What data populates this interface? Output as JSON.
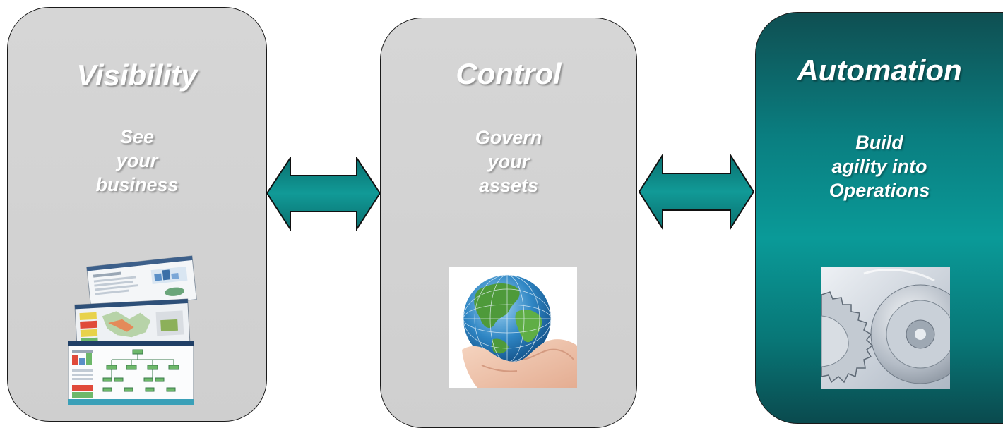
{
  "panels": {
    "visibility": {
      "title": "Visibility",
      "line1": "See",
      "line2": "your",
      "line3": "business"
    },
    "control": {
      "title": "Control",
      "line1": "Govern",
      "line2": "your",
      "line3": "assets"
    },
    "automation": {
      "title": "Automation",
      "line1": "Build",
      "line2": "agility into",
      "line3": "Operations"
    }
  },
  "colors": {
    "panel_grey": "#d3d3d3",
    "panel_teal": "#0a8a8a",
    "arrow_teal": "#0f8f8c",
    "text": "#ffffff"
  },
  "icons": {
    "arrow": "double-headed-arrow-icon",
    "visibility_image": "dashboard-screenshots-image",
    "control_image": "globe-in-hands-image",
    "automation_image": "gears-image"
  }
}
